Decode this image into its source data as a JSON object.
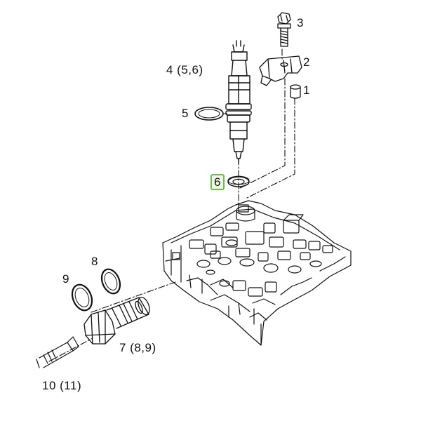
{
  "callouts": {
    "c1": "1",
    "c2": "2",
    "c3": "3",
    "c4": "4 (5,6)",
    "c5": "5",
    "c6": "6",
    "c7": "7 (8,9)",
    "c8": "8",
    "c9": "9",
    "c10": "10 (11)"
  },
  "colors": {
    "line": "#111111",
    "highlight": "#6cc04a"
  }
}
